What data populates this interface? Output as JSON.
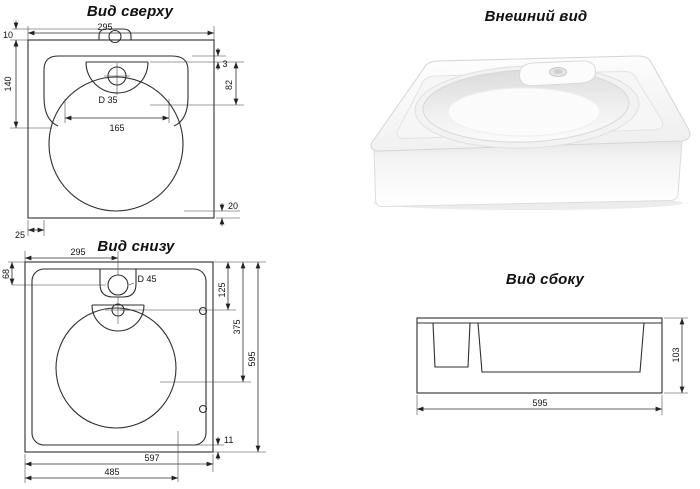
{
  "colors": {
    "line": "#2f2f2f",
    "text": "#111111",
    "background": "#ffffff",
    "render_shade": "#e8e8e8"
  },
  "views": {
    "top": {
      "title": "Вид сверху",
      "dims": {
        "tab_height": "10",
        "width": "295",
        "deck_depth": "140",
        "edge_gap": "3",
        "tray_depth": "82",
        "faucet_hole": "D 35",
        "tray_width": "165",
        "bottom_gap": "20",
        "side_inset": "25"
      }
    },
    "external": {
      "title": "Внешний вид"
    },
    "bottom": {
      "title": "Вид снизу",
      "dims": {
        "half_width": "295",
        "hole_offset": "68",
        "mount_hole": "D 45",
        "tray_center": "125",
        "bowl_center": "375",
        "full_height": "595",
        "rim_inset": "11",
        "outer_width": "597",
        "bowl_edge": "485"
      }
    },
    "side": {
      "title": "Вид сбоку",
      "dims": {
        "height": "103",
        "width": "595"
      }
    }
  }
}
